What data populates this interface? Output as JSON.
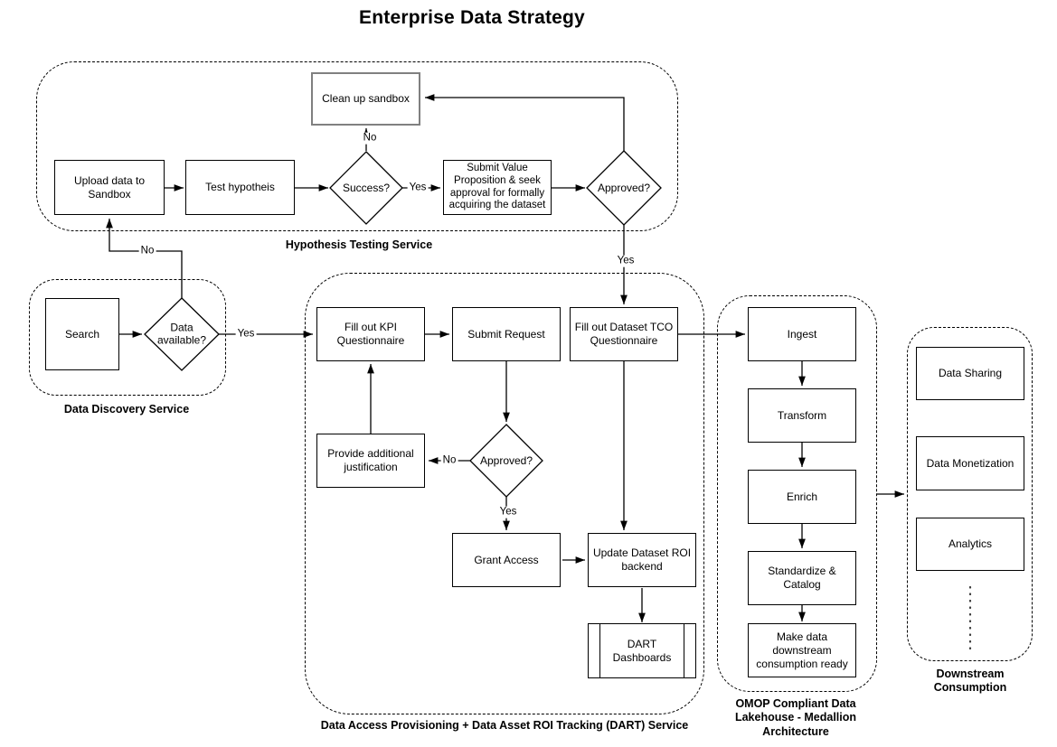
{
  "title": "Enterprise Data Strategy",
  "containers": {
    "hypothesis": {
      "label": "Hypothesis Testing Service"
    },
    "discovery": {
      "label": "Data Discovery Service"
    },
    "dart": {
      "label": "Data Access Provisioning + Data Asset ROI Tracking (DART) Service"
    },
    "omop": {
      "label": "OMOP Compliant Data Lakehouse - Medallion Architecture"
    },
    "downstream": {
      "label": "Downstream Consumption"
    }
  },
  "nodes": {
    "upload": "Upload data to Sandbox",
    "test": "Test hypotheis",
    "success": "Success?",
    "submit_value": "Submit Value Proposition & seek approval for formally acquiring the dataset",
    "approved_top": "Approved?",
    "cleanup": "Clean up sandbox",
    "search": "Search",
    "data_available": "Data available?",
    "kpi": "Fill out KPI Questionnaire",
    "submit_request": "Submit Request",
    "tco": "Fill out Dataset TCO Questionnaire",
    "justification": "Provide additional justification",
    "approved_dart": "Approved?",
    "grant": "Grant Access",
    "update_roi": "Update Dataset ROI backend",
    "dashboards": "DART Dashboards",
    "ingest": "Ingest",
    "transform": "Transform",
    "enrich": "Enrich",
    "standardize": "Standardize & Catalog",
    "make_ready": "Make data downstream consumption ready",
    "sharing": "Data Sharing",
    "monetization": "Data Monetization",
    "analytics": "Analytics"
  },
  "edge_labels": {
    "success_to_submit": "Yes",
    "success_to_cleanup": "No",
    "approved_top_to_tco": "Yes",
    "available_to_kpi": "Yes",
    "available_to_upload": "No",
    "approved_dart_to_justification": "No",
    "approved_dart_to_grant": "Yes"
  },
  "colors": {
    "stroke": "#000000",
    "text": "#000000",
    "cleanup_border": "#808080",
    "canvas_bg": "#ffffff"
  }
}
